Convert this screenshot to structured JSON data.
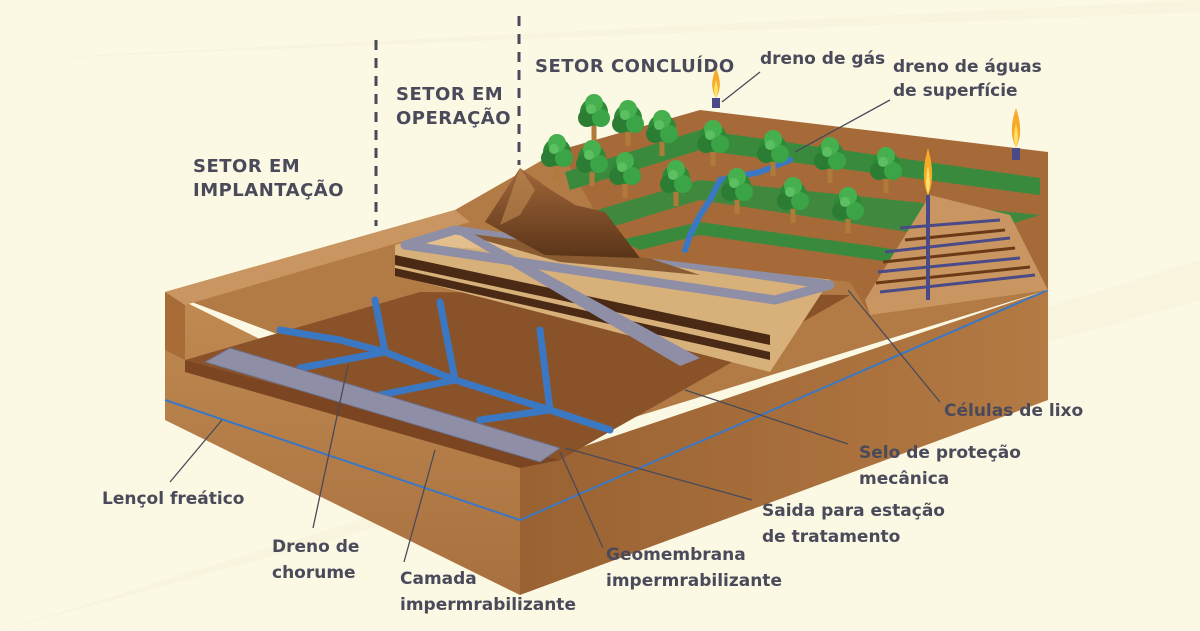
{
  "sectors": {
    "implantacao": [
      "SETOR EM",
      "IMPLANTAÇÃO"
    ],
    "operacao": [
      "SETOR EM",
      "OPERAÇÃO"
    ],
    "concluido": [
      "SETOR CONCLUÍDO"
    ]
  },
  "callouts": {
    "dreno_gas": [
      "dreno de gás"
    ],
    "dreno_aguas": [
      "dreno de águas",
      "de superfície"
    ],
    "celulas": [
      "Células de lixo"
    ],
    "selo": [
      "Selo de proteção",
      "mecânica"
    ],
    "saida": [
      "Saida para estação",
      "de tratamento"
    ],
    "geomembrana": [
      "Geomembrana",
      "impermrabilizante"
    ],
    "camada": [
      "Camada",
      "impermrabilizante"
    ],
    "dreno_chorume": [
      "Dreno de",
      "chorume"
    ],
    "lencol": [
      "Lençol freático"
    ]
  },
  "colors": {
    "background": "#fbf8e4",
    "soil": "#b9804a",
    "soil_dark": "#8a5228",
    "grass": "#3a8a3e",
    "drain_blue": "#3b78c4",
    "membrane_gray": "#8e8ea6",
    "text": "#4a4a5a"
  }
}
